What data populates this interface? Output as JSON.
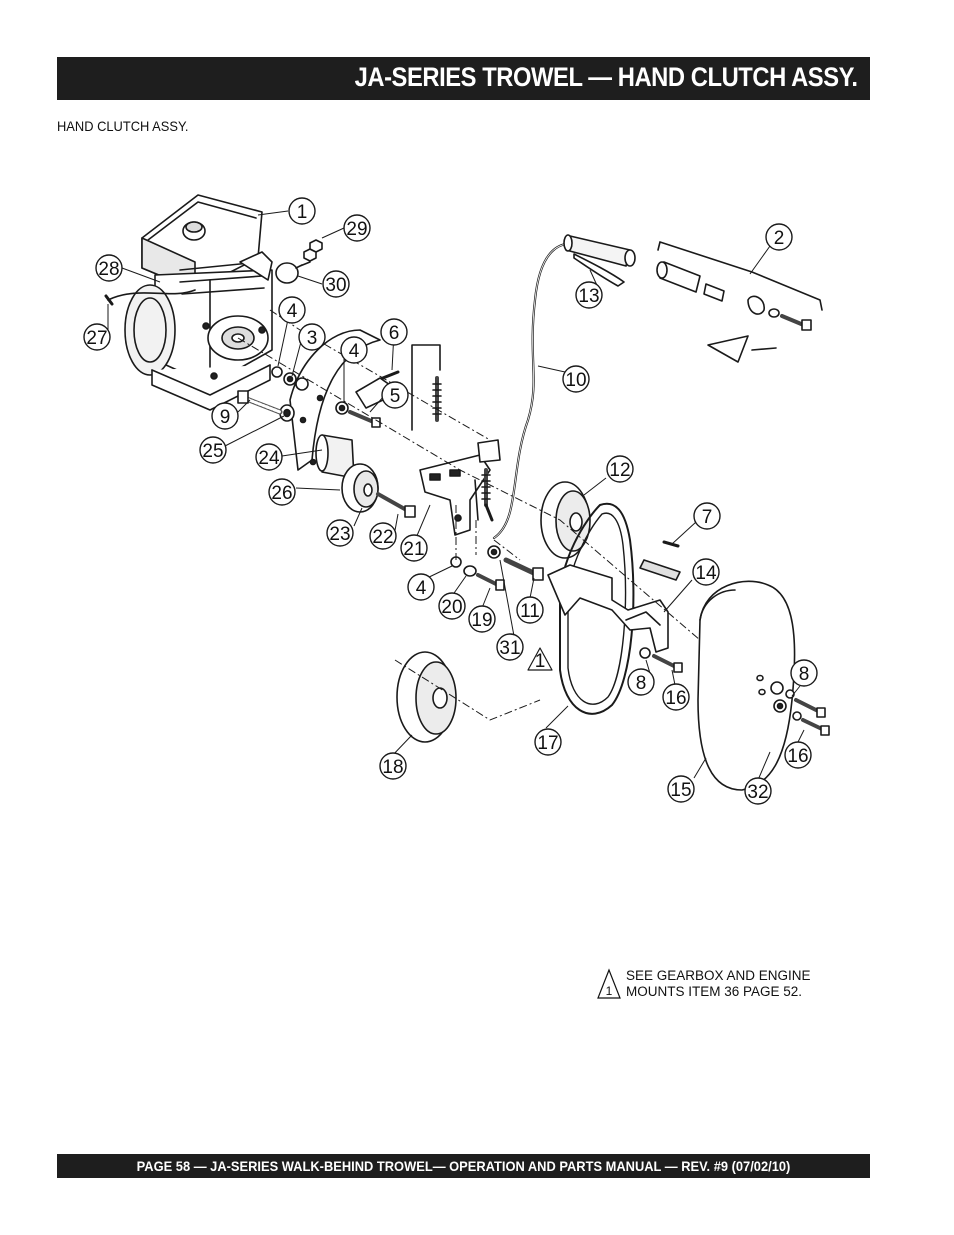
{
  "header": {
    "title": "JA-SERIES TROWEL — HAND CLUTCH ASSY."
  },
  "section": {
    "label": "HAND CLUTCH ASSY."
  },
  "callouts": [
    "1",
    "2",
    "3",
    "4",
    "5",
    "6",
    "7",
    "8",
    "9",
    "10",
    "11",
    "12",
    "13",
    "14",
    "15",
    "16",
    "17",
    "18",
    "19",
    "20",
    "21",
    "22",
    "23",
    "24",
    "25",
    "26",
    "27",
    "28",
    "29",
    "30",
    "31",
    "32",
    "4",
    "8",
    "16",
    "1"
  ],
  "note": {
    "marker": "1",
    "line1": "SEE GEARBOX AND ENGINE",
    "line2": "MOUNTS ITEM 36 PAGE 52."
  },
  "footer": {
    "text": "PAGE 58 — JA-SERIES  WALK-BEHIND TROWEL— OPERATION AND PARTS MANUAL — REV. #9 (07/02/10)"
  }
}
